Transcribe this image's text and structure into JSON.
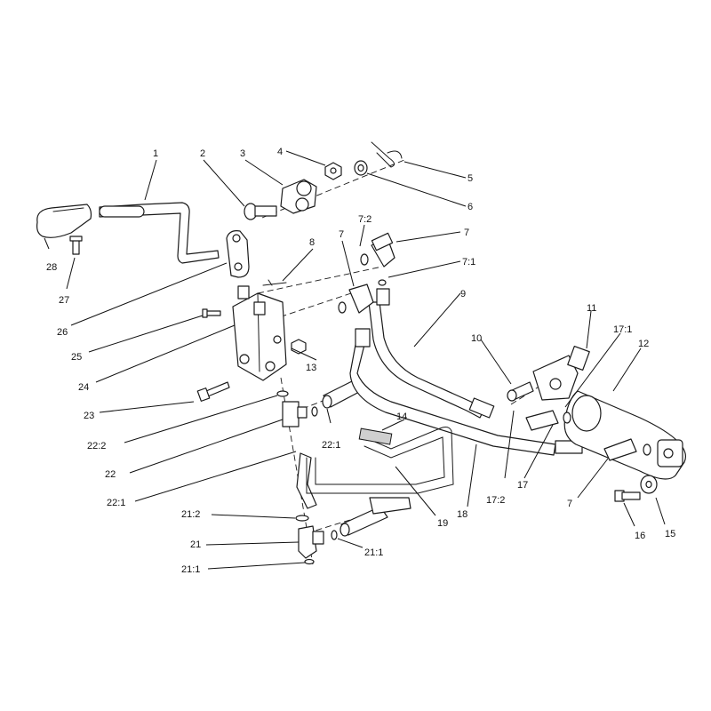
{
  "callouts": {
    "c1": "1",
    "c2": "2",
    "c3": "3",
    "c4": "4",
    "c5": "5",
    "c6": "6",
    "c7a": "7",
    "c7b": "7",
    "c7c": "7",
    "c7_2": "7:2",
    "c7_1": "7:1",
    "c8": "8",
    "c9": "9",
    "c10": "10",
    "c11": "11",
    "c12": "12",
    "c13": "13",
    "c14": "14",
    "c15": "15",
    "c16": "16",
    "c17a": "17",
    "c17_1": "17:1",
    "c17_2": "17:2",
    "c18": "18",
    "c19": "19",
    "c21": "21",
    "c21_1a": "21:1",
    "c21_1b": "21:1",
    "c21_2": "21:2",
    "c22": "22",
    "c22_1a": "22:1",
    "c22_1b": "22:1",
    "c22_2": "22:2",
    "c23": "23",
    "c24": "24",
    "c25": "25",
    "c26": "26",
    "c27": "27",
    "c28": "28"
  }
}
